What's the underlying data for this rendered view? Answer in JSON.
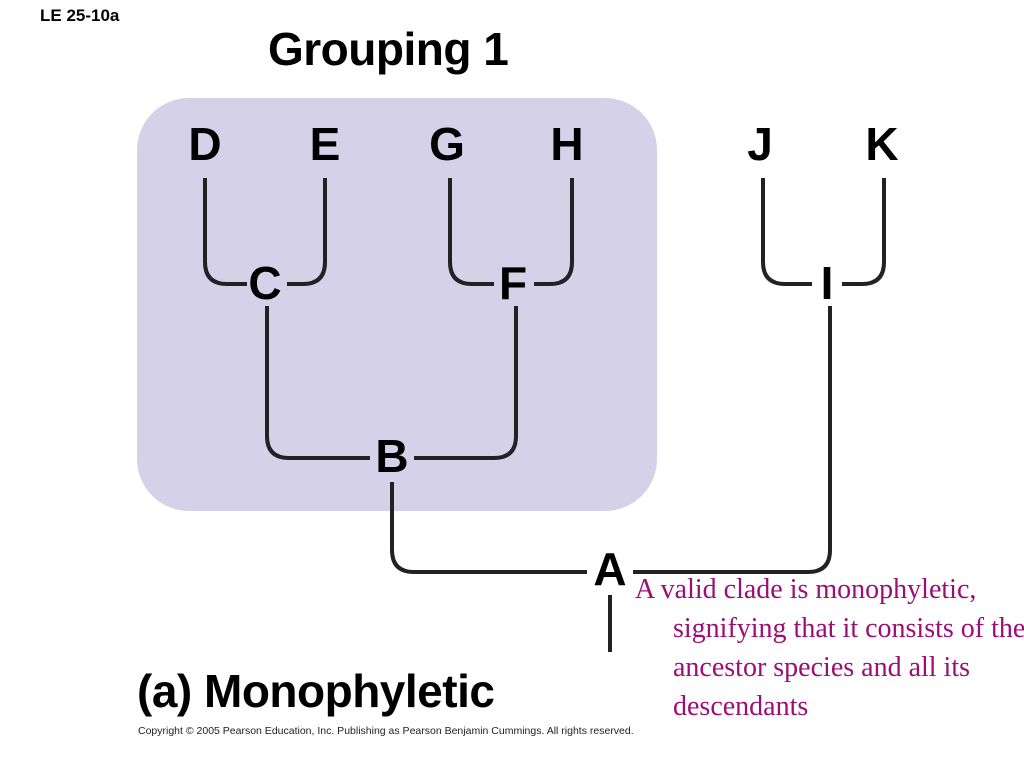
{
  "slide_id": "LE 25-10a",
  "title": "Grouping 1",
  "caption": "(a) Monophyletic",
  "copyright": "Copyright © 2005 Pearson Education, Inc. Publishing as Pearson Benjamin Cummings. All rights reserved.",
  "note": "A valid clade is monophyletic, signifying that it consists of the ancestor species and all its descendants",
  "nodes": {
    "D": "D",
    "E": "E",
    "G": "G",
    "H": "H",
    "J": "J",
    "K": "K",
    "C": "C",
    "F": "F",
    "I": "I",
    "B": "B",
    "A": "A"
  },
  "colors": {
    "clade_highlight": "#d4d1e8",
    "note_text": "#9b0e76",
    "branch": "#222222"
  }
}
